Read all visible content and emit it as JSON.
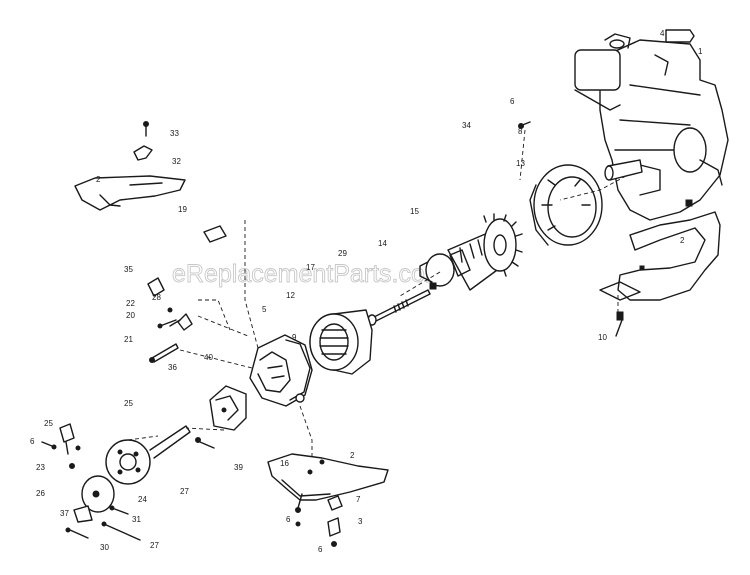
{
  "watermark": "eReplacementParts.com",
  "callouts": [
    {
      "label": "1"
    },
    {
      "label": "2"
    },
    {
      "label": "2"
    },
    {
      "label": "2"
    },
    {
      "label": "3"
    },
    {
      "label": "4"
    },
    {
      "label": "5"
    },
    {
      "label": "6"
    },
    {
      "label": "6"
    },
    {
      "label": "6"
    },
    {
      "label": "6"
    },
    {
      "label": "7"
    },
    {
      "label": "8"
    },
    {
      "label": "9"
    },
    {
      "label": "10"
    },
    {
      "label": "12"
    },
    {
      "label": "13"
    },
    {
      "label": "14"
    },
    {
      "label": "15"
    },
    {
      "label": "16"
    },
    {
      "label": "17"
    },
    {
      "label": "19"
    },
    {
      "label": "20"
    },
    {
      "label": "21"
    },
    {
      "label": "22"
    },
    {
      "label": "23"
    },
    {
      "label": "24"
    },
    {
      "label": "25"
    },
    {
      "label": "25"
    },
    {
      "label": "26"
    },
    {
      "label": "27"
    },
    {
      "label": "27"
    },
    {
      "label": "28"
    },
    {
      "label": "29"
    },
    {
      "label": "30"
    },
    {
      "label": "31"
    },
    {
      "label": "32"
    },
    {
      "label": "33"
    },
    {
      "label": "34"
    },
    {
      "label": "35"
    },
    {
      "label": "36"
    },
    {
      "label": "37"
    },
    {
      "label": "39"
    },
    {
      "label": "40"
    }
  ]
}
